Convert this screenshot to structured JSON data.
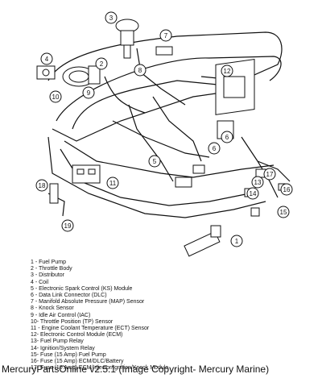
{
  "diagram": {
    "callouts": [
      {
        "num": "1"
      },
      {
        "num": "2"
      },
      {
        "num": "3"
      },
      {
        "num": "4"
      },
      {
        "num": "5"
      },
      {
        "num": "6"
      },
      {
        "num": "6"
      },
      {
        "num": "7"
      },
      {
        "num": "8"
      },
      {
        "num": "9"
      },
      {
        "num": "10"
      },
      {
        "num": "11"
      },
      {
        "num": "12"
      },
      {
        "num": "13"
      },
      {
        "num": "14"
      },
      {
        "num": "15"
      },
      {
        "num": "16"
      },
      {
        "num": "17"
      },
      {
        "num": "18"
      },
      {
        "num": "19"
      }
    ]
  },
  "legend": [
    "1 - Fuel Pump",
    "2 - Throttle Body",
    "3 - Distributor",
    "4 - Coil",
    "5 - Electronic Spark Control (KS) Module",
    "6 - Data Link Connector (DLC)",
    "7 - Manifold Absolute Pressure (MAP) Sensor",
    "8 - Knock Sensor",
    "9 - Idle Air Control (IAC)",
    "10- Throttle Position (TP) Sensor",
    "11 - Engine Coolant Temperature (ECT) Sensor",
    "12- Electronic Control Module (ECM)",
    "13- Fuel Pump Relay",
    "14- Ignition/System Relay",
    "15- Fuse (15 Amp) Fuel Pump",
    "16- Fuse (15 Amp) ECM/DLC/Battery",
    "17- Fuse (10 Amp) ECM/Injector/Ignition/Knock  Module"
  ],
  "footer": "MercuryPartsOnline v2.5.1 (Image Copyright- Mercury Marine)"
}
